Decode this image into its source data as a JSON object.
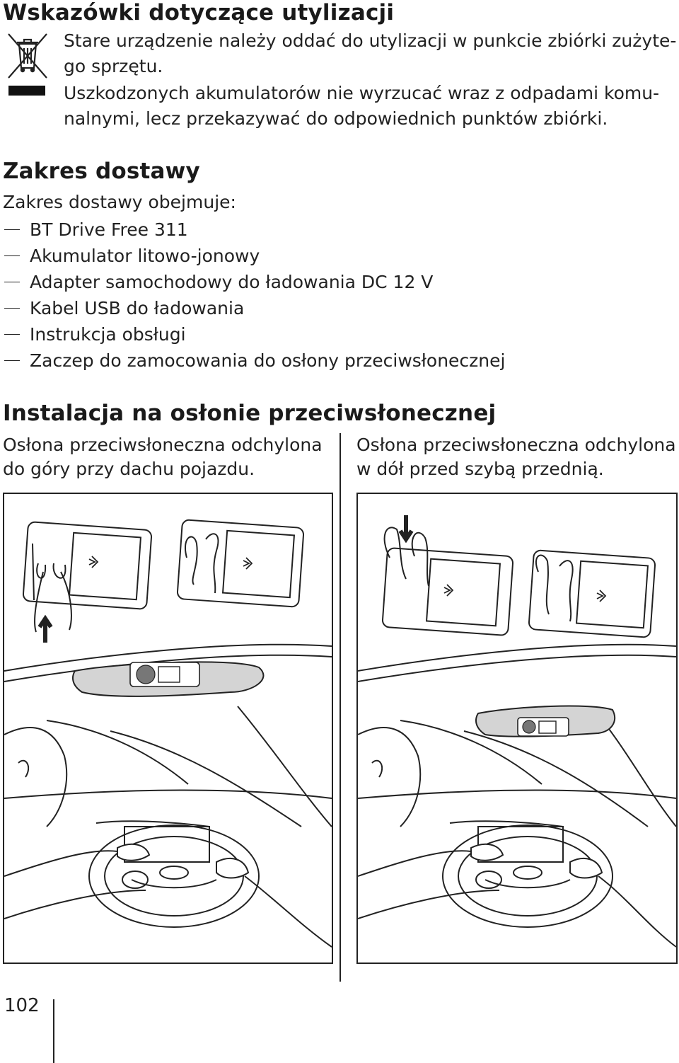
{
  "disposal": {
    "title": "Wskazówki dotyczące utylizacji",
    "para1_line1": "Stare urządzenie należy oddać do utylizacji w punkcie zbiórki zużyte-",
    "para1_line2": "go sprzętu.",
    "para2_line1": "Uszkodzonych akumulatorów nie wyrzucać wraz z odpadami komu-",
    "para2_line2": "nalnymi, lecz przekazywać do odpowiednich punktów zbiórki.",
    "icon": "crossed-out-wheelie-bin-icon"
  },
  "delivery": {
    "title": "Zakres dostawy",
    "intro": "Zakres dostawy obejmuje:",
    "items": [
      "BT Drive Free 311",
      "Akumulator litowo-jonowy",
      "Adapter samochodowy do ładowania DC 12 V",
      "Kabel USB do ładowania",
      "Instrukcja obsługi",
      "Zaczep do zamocowania do osłony przeciwsłonecznej"
    ]
  },
  "installation": {
    "title": "Instalacja na osłonie przeciwsłonecznej",
    "left_caption_line1": "Osłona przeciwsłoneczna odchylona",
    "left_caption_line2": "do góry przy dachu pojazdu.",
    "right_caption_line1": "Osłona przeciwsłoneczna odchylona",
    "right_caption_line2": "w dół przed szybą przednią."
  },
  "page_number": "102"
}
